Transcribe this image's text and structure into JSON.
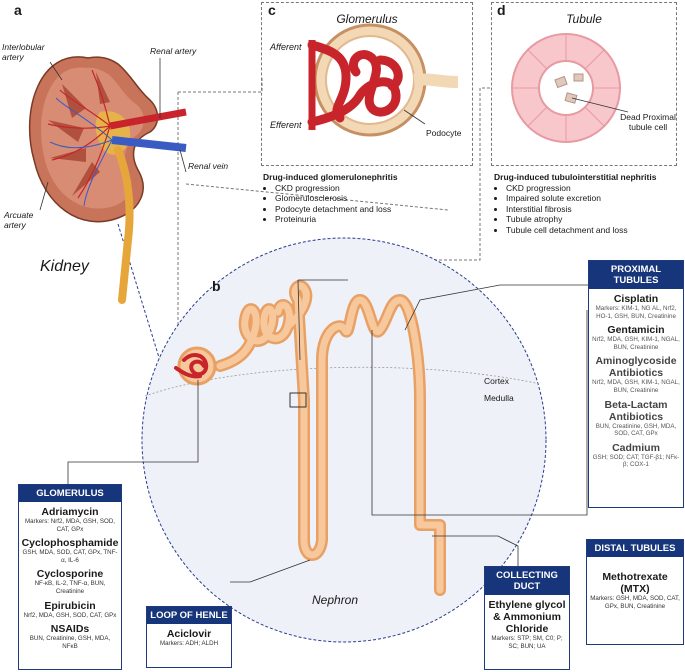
{
  "panels": {
    "a": "a",
    "b": "b",
    "c": "c",
    "d": "d"
  },
  "kidney": {
    "title": "Kidney",
    "interlobular": "Interlobular artery",
    "renal_artery": "Renal artery",
    "renal_vein": "Renal vein",
    "arcuate": "Arcuate artery"
  },
  "glomerulus_inset": {
    "title": "Glomerulus",
    "afferent": "Afferent",
    "efferent": "Efferent",
    "podocyte": "Podocyte",
    "heading": "Drug-induced glomerulonephritis",
    "items": [
      "CKD progression",
      "Glomerulosclerosis",
      "Podocyte detachment and loss",
      "Proteinuria"
    ]
  },
  "tubule_inset": {
    "title": "Tubule",
    "dead_cell": "Dead Proximal tubule cell",
    "heading": "Drug-induced tubulointerstitial nephritis",
    "items": [
      "CKD progression",
      "Impaired solute excretion",
      "Interstitial fibrosis",
      "Tubule atrophy",
      "Tubule cell detachment and loss"
    ]
  },
  "nephron": {
    "title": "Nephron",
    "cortex": "Cortex",
    "medulla": "Medulla"
  },
  "boxes": {
    "glomerulus": {
      "header": "GLOMERULUS",
      "drugs": [
        {
          "name": "Adriamycin",
          "markers": "Markers: Nrf2, MDA, GSH, SOD, CAT, GPx"
        },
        {
          "name": "Cyclophosphamide",
          "markers": "GSH, MDA, SOD, CAT, GPx, TNF-α, IL-6"
        },
        {
          "name": "Cyclosporine",
          "markers": "NF-κB, IL-2, TNF-α, BUN, Creatinine"
        },
        {
          "name": "Epirubicin",
          "markers": "Nrf2, MDA, GSH, SOD, CAT, GPx"
        },
        {
          "name": "NSAIDs",
          "markers": "BUN, Creatinine, GSH, MDA, NFκB"
        }
      ]
    },
    "loop": {
      "header": "LOOP OF HENLE",
      "drugs": [
        {
          "name": "Aciclovir",
          "markers": "Markers: ADH; ALDH"
        }
      ]
    },
    "collecting": {
      "header": "COLLECTING DUCT",
      "drugs": [
        {
          "name": "Ethylene glycol & Ammonium Chloride",
          "markers": "Markers: STP; SM, C0; P; SC; BUN; UA"
        }
      ]
    },
    "distal": {
      "header": "DISTAL TUBULES",
      "drugs": [
        {
          "name": "Methotrexate (MTX)",
          "markers": "Markers: GSH, MDA, SOD, CAT, GPx, BUN, Creatinine"
        }
      ]
    },
    "proximal": {
      "header": "PROXIMAL TUBULES",
      "drugs": [
        {
          "name": "Cisplatin",
          "markers": "Markers: KIM-1, NG AL, Nrf2, HO-1, GSH, BUN, Creatinine"
        },
        {
          "name": "Gentamicin",
          "markers": "Nrf2, MDA, GSH, KIM-1, NGAL, BUN, Creatinine"
        },
        {
          "name": "Aminoglycoside Antibiotics",
          "markers": "Nrf2, MDA, GSH, KIM-1, NGAL, BUN, Creatinine"
        },
        {
          "name": "Beta-Lactam Antibiotics",
          "markers": "BUN, Creatinine, GSH, MDA, SOD, CAT, GPx"
        },
        {
          "name": "Cadmium",
          "markers": "GSH; SOD; CAT; TGF-β1; NFκ-β; COX-1"
        }
      ]
    }
  },
  "colors": {
    "navy": "#17357a",
    "tubule": "#f4b27a",
    "vessel": "#c8242b",
    "vein": "#3a5bc4"
  }
}
